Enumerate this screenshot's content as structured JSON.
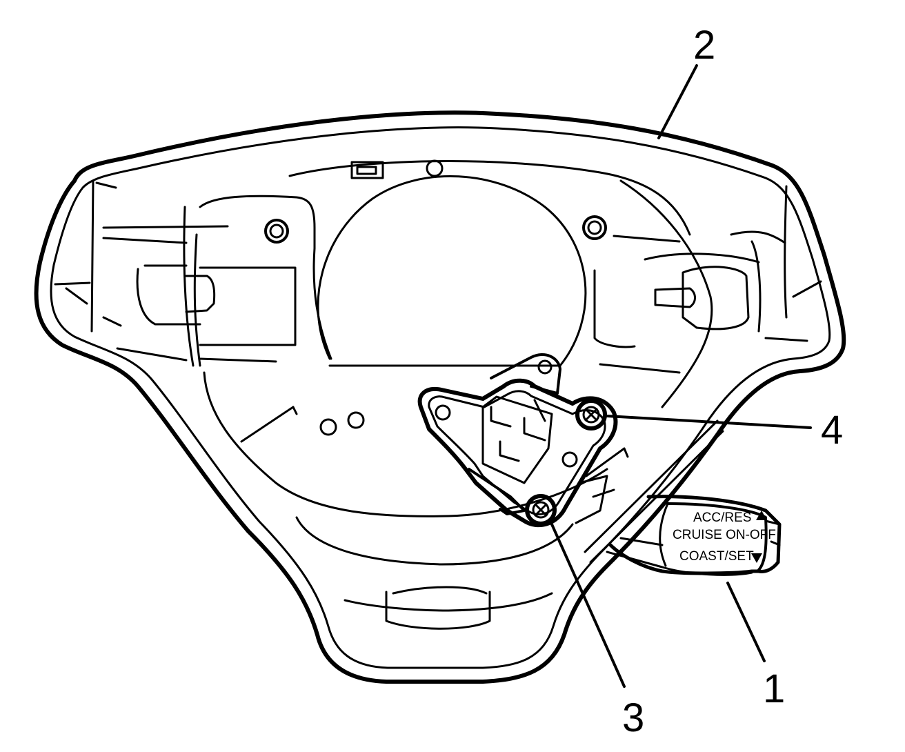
{
  "callouts": [
    "1",
    "2",
    "3",
    "4"
  ],
  "switch_labels": {
    "acc_res": "ACC/RES",
    "cruise": "CRUISE ON-OFF",
    "coast_set": "COAST/SET"
  }
}
